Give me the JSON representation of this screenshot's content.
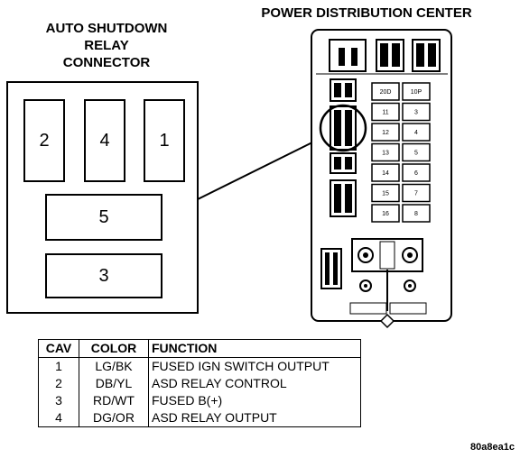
{
  "titles": {
    "asd_line1": "AUTO SHUTDOWN",
    "asd_line2": "RELAY",
    "asd_line3": "CONNECTOR",
    "pdc": "POWER DISTRIBUTION CENTER"
  },
  "connector": {
    "cavities": [
      "2",
      "4",
      "1",
      "5",
      "3"
    ]
  },
  "pdc_fuses": [
    "20D",
    "10P",
    "11",
    "3",
    "12",
    "4",
    "13",
    "5",
    "14",
    "6",
    "15",
    "7",
    "16",
    "8"
  ],
  "table": {
    "headers": [
      "CAV",
      "COLOR",
      "FUNCTION"
    ],
    "rows": [
      {
        "cav": "1",
        "color": "LG/BK",
        "function": "FUSED IGN SWITCH OUTPUT"
      },
      {
        "cav": "2",
        "color": "DB/YL",
        "function": "ASD RELAY CONTROL"
      },
      {
        "cav": "3",
        "color": "RD/WT",
        "function": "FUSED B(+)"
      },
      {
        "cav": "4",
        "color": "DG/OR",
        "function": "ASD RELAY OUTPUT"
      }
    ]
  },
  "reference_code": "80a8ea1c"
}
